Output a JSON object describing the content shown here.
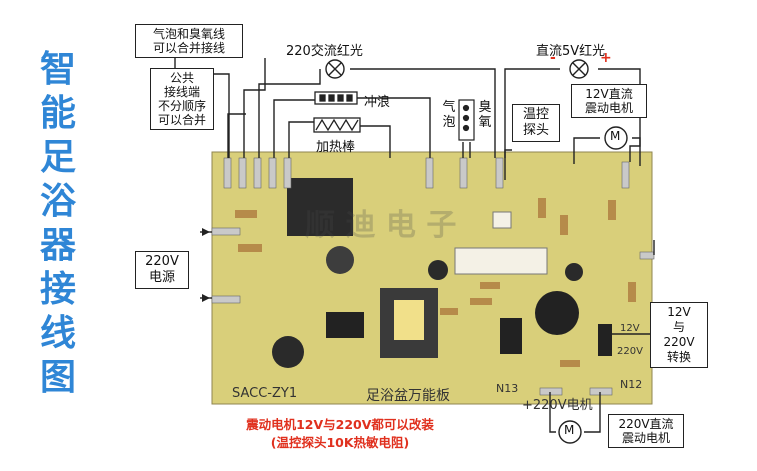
{
  "title_chars": [
    "智",
    "能",
    "足",
    "浴",
    "器",
    "接",
    "线",
    "图"
  ],
  "labels": {
    "bubble_ozone_box": [
      "气泡和臭氧线",
      "可以合并接线"
    ],
    "lamp_220": "220交流红光",
    "lamp_5v": "直流5V红光",
    "common_box": [
      "公共",
      "接线端",
      "不分顺序",
      "可以合并"
    ],
    "surf": "冲浪",
    "heater": "加热棒",
    "bubble_vertical": [
      "气",
      "泡"
    ],
    "ozone_vertical": [
      "臭",
      "氧"
    ],
    "temp_box": [
      "温控",
      "探头"
    ],
    "motor12_box": [
      "12V直流",
      "震动电机"
    ],
    "power_box": [
      "220V",
      "电源"
    ],
    "switch_box": [
      "12V",
      "与",
      "220V",
      "转换"
    ],
    "motor220_box": [
      "220V直流",
      "震动电机"
    ],
    "motor_symbol": "M",
    "minus": "-",
    "plus": "+"
  },
  "board_text": {
    "model": "SACC-ZY1",
    "name": "足浴盆万能板",
    "motor_label": "+220V电机",
    "n13": "N13",
    "n12": "N12",
    "v12": "12V",
    "v220": "220V",
    "watermark": "顺 迪 电 子"
  },
  "notes": [
    "震动电机12V与220V都可以改装",
    "(温控探头10K热敏电阻)"
  ],
  "colors": {
    "title_blue": "#2f86d6",
    "note_red": "#e0301e",
    "board": "#d9cf7a",
    "wire": "#222222"
  }
}
